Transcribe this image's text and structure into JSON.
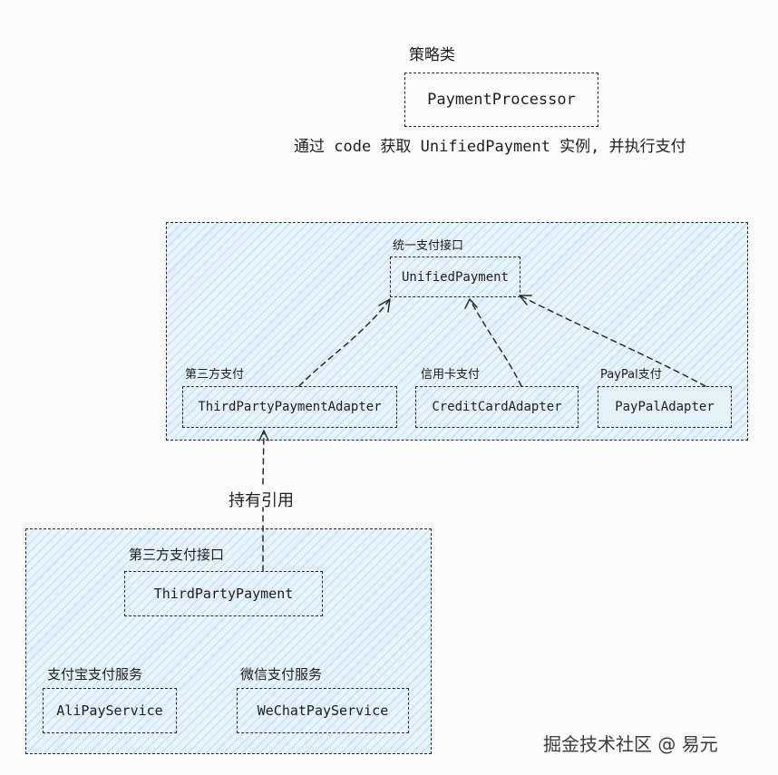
{
  "strategy": {
    "label": "策略类",
    "box": "PaymentProcessor",
    "caption": "通过 code 获取 UnifiedPayment 实例, 并执行支付"
  },
  "top_group": {
    "interface_label": "统一支付接口",
    "interface_box": "UnifiedPayment",
    "adapters": [
      {
        "label": "第三方支付",
        "box": "ThirdPartyPaymentAdapter"
      },
      {
        "label": "信用卡支付",
        "box": "CreditCardAdapter"
      },
      {
        "label": "PayPal支付",
        "box": "PayPalAdapter"
      }
    ]
  },
  "link_label": "持有引用",
  "bottom_group": {
    "interface_label": "第三方支付接口",
    "interface_box": "ThirdPartyPayment",
    "services": [
      {
        "label": "支付宝支付服务",
        "box": "AliPayService"
      },
      {
        "label": "微信支付服务",
        "box": "WeChatPayService"
      }
    ]
  },
  "watermark": "掘金技术社区 @ 易元",
  "colors": {
    "fill": "#e6f3fa",
    "stroke": "#2a2a2a"
  }
}
